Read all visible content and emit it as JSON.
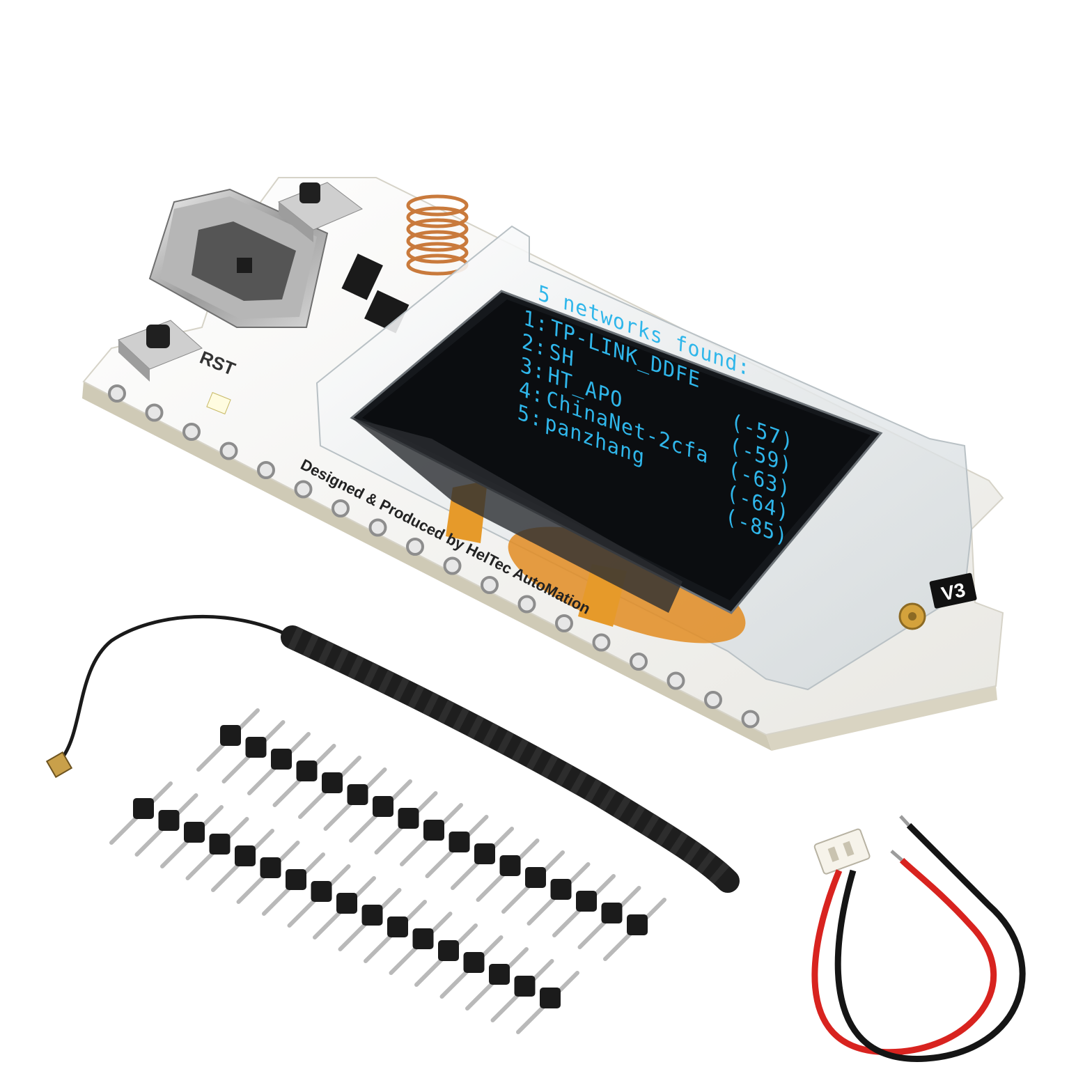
{
  "colors": {
    "pcb": "#f4f4f1",
    "pcb_edge": "#d6d3c8",
    "oled_text": "#2fb6ea",
    "oled_bg": "#0b0d10",
    "copper": "#c97a3c",
    "flex": "#e08a1e",
    "wire_red": "#d8231f",
    "wire_black": "#151515"
  },
  "oled": {
    "header": "5 networks found:",
    "networks": [
      {
        "index": "1:",
        "ssid": "TP-LINK_DDFE",
        "rssi": "(-57)"
      },
      {
        "index": "2:",
        "ssid": "SH",
        "rssi": "(-59)"
      },
      {
        "index": "3:",
        "ssid": "HT_APO",
        "rssi": "(-63)"
      },
      {
        "index": "4:",
        "ssid": "ChinaNet-2cfa",
        "rssi": "(-64)"
      },
      {
        "index": "5:",
        "ssid": "panzhang",
        "rssi": "(-85)"
      }
    ]
  },
  "board": {
    "rst_label": "RST",
    "silkscreen": "Designed & Produced by HelTec AutoMation",
    "version": "V3"
  },
  "icons": {
    "usb": "usb-c-port-icon",
    "antenna": "spring-antenna-icon",
    "button": "tactile-button-icon"
  }
}
